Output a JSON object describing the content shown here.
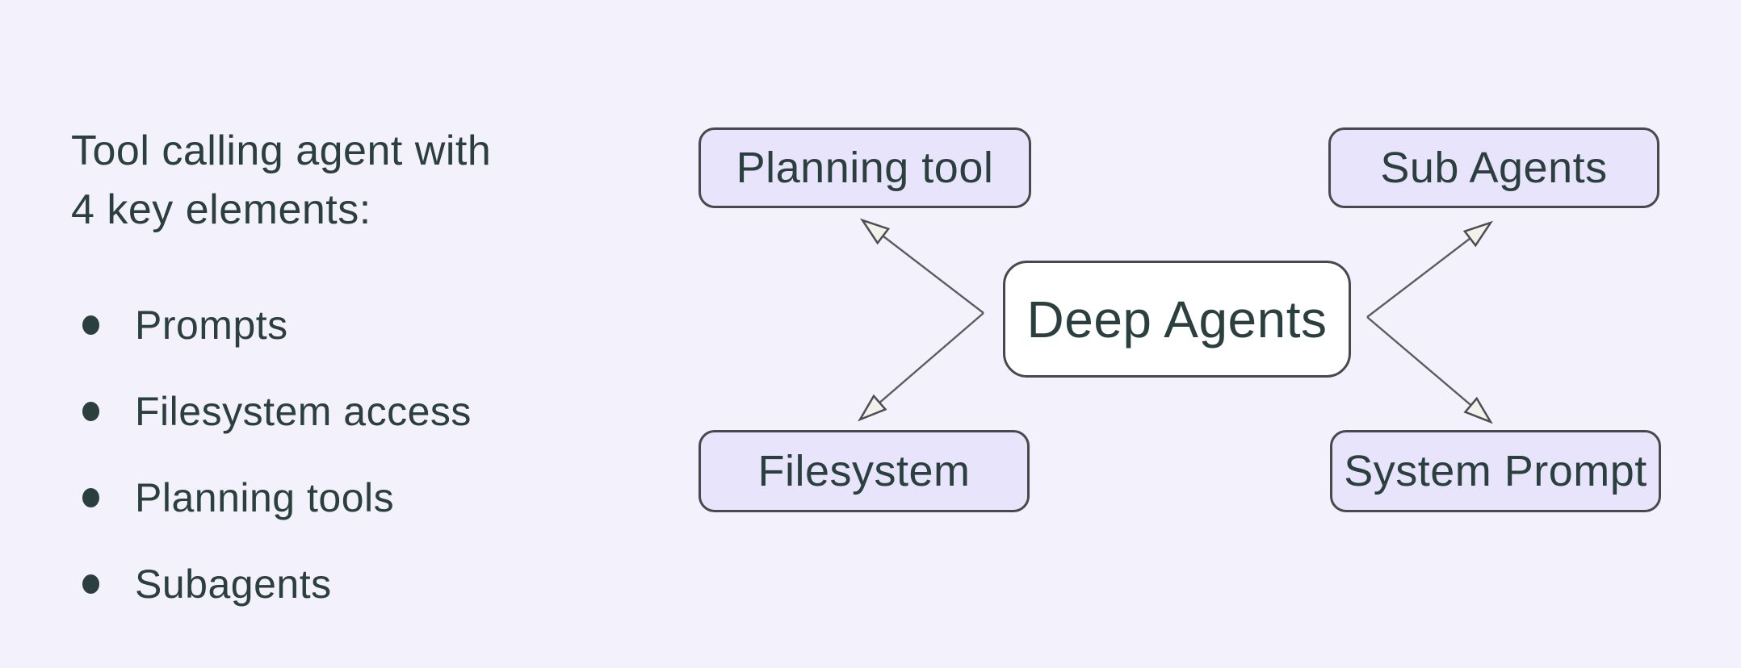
{
  "panel": {
    "heading_line1": "Tool calling agent with",
    "heading_line2": "4 key elements:",
    "bullets": [
      "Prompts",
      "Filesystem access",
      "Planning tools",
      "Subagents"
    ]
  },
  "diagram": {
    "center": {
      "id": "deep-agents",
      "label": "Deep Agents"
    },
    "nodes": [
      {
        "id": "planning-tool",
        "label": "Planning tool",
        "position": "top-left"
      },
      {
        "id": "sub-agents",
        "label": "Sub Agents",
        "position": "top-right"
      },
      {
        "id": "filesystem",
        "label": "Filesystem",
        "position": "bottom-left"
      },
      {
        "id": "system-prompt",
        "label": "System Prompt",
        "position": "bottom-right"
      }
    ],
    "connections": [
      {
        "from": "deep-agents",
        "to": "planning-tool"
      },
      {
        "from": "deep-agents",
        "to": "filesystem"
      },
      {
        "from": "deep-agents",
        "to": "sub-agents"
      },
      {
        "from": "deep-agents",
        "to": "system-prompt"
      }
    ]
  },
  "colors": {
    "background": "#f3f1fb",
    "node_fill": "#e8e4fb",
    "node_border": "#48484d",
    "center_node_fill": "#ffffff",
    "text": "#2b403e",
    "connector_line": "#5b5b60",
    "arrowhead_fill": "#f2f1ea"
  }
}
